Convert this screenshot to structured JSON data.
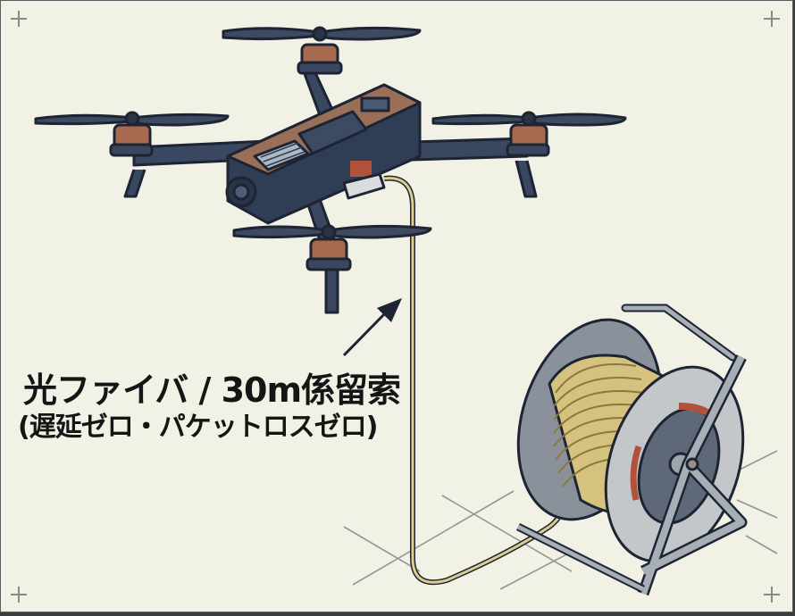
{
  "caption": {
    "line1": "光ファイバ / 30m係留索",
    "line2": "(遅延ゼロ・パケットロスゼロ)"
  },
  "illustration": {
    "subject": "tethered-drone",
    "components": [
      "quadcopter-drone",
      "fiber-optic-tether",
      "cable-reel",
      "pointer-arrow",
      "ground-grid"
    ],
    "colors": {
      "background": "#f1f1e6",
      "drone_body": "#2f3d55",
      "drone_plate": "#9a6f58",
      "motor": "#a86a4e",
      "cable": "#d9c98a",
      "reel_metal": "#9ea4ac",
      "outline": "#1d2433",
      "accent_red": "#b0523c"
    }
  },
  "corner_marks": [
    "top-left",
    "top-right",
    "bottom-left",
    "bottom-right"
  ]
}
